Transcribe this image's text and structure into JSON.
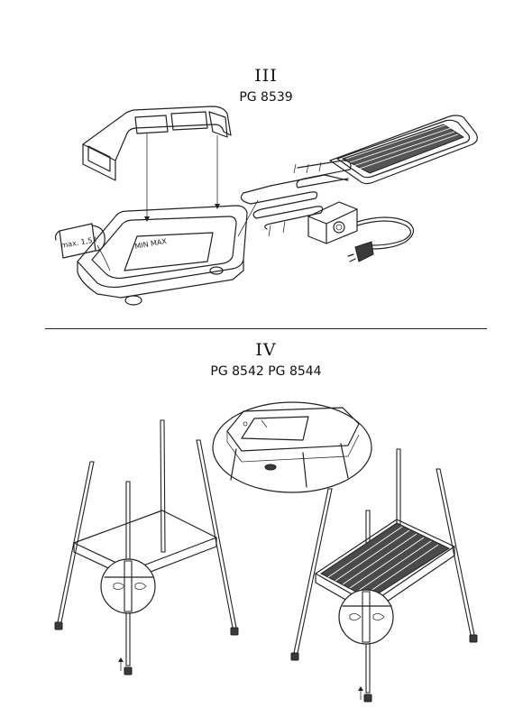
{
  "section_iii": {
    "numeral": "III",
    "model": "PG 8539"
  },
  "section_iv": {
    "numeral": "IV",
    "model": "PG 8542 PG 8544"
  },
  "jug_label": "max. 1,5 l",
  "icons": [
    "windshield",
    "drip-tray",
    "heating-element",
    "grill-rack",
    "thermostat-control",
    "power-plug",
    "water-jug",
    "stand-legs",
    "detail-magnifier"
  ]
}
